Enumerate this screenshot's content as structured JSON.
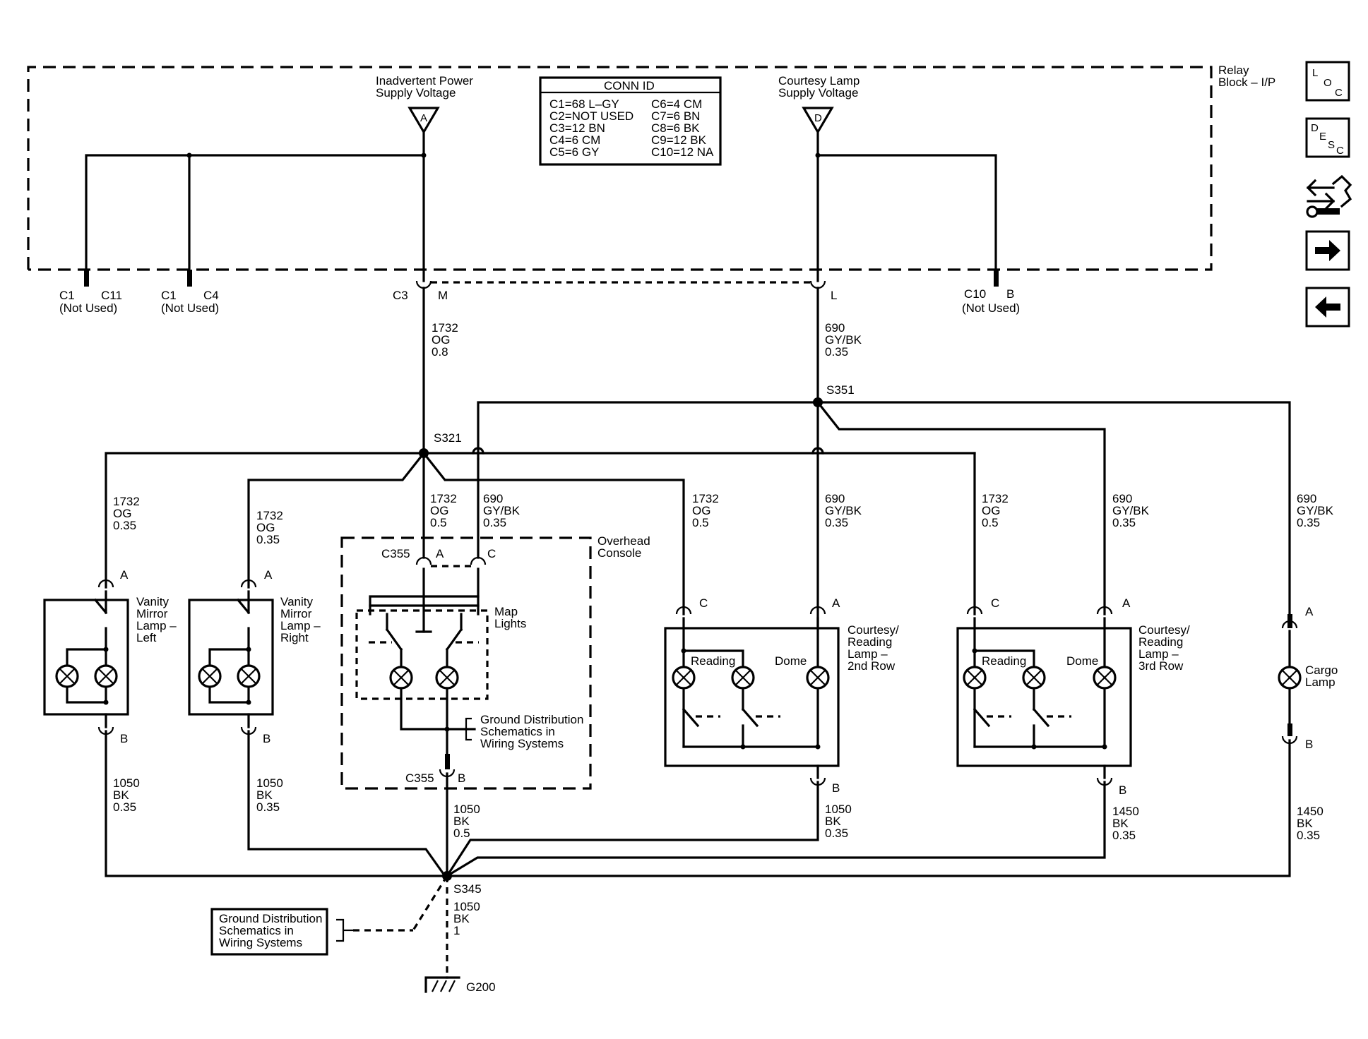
{
  "relay_block": {
    "label": [
      "Relay",
      "Block – I/P"
    ]
  },
  "conn_id": {
    "title": "CONN ID",
    "left": [
      "C1=68 L–GY",
      "C2=NOT USED",
      "C3=12 BN",
      "C4=6 CM",
      "C5=6 GY"
    ],
    "right": [
      "C6=4 CM",
      "C7=6 BN",
      "C8=6 BK",
      "C9=12 BK",
      "C10=12 NA"
    ]
  },
  "supplies": {
    "inadvertent": {
      "label": [
        "Inadvertent Power",
        "Supply Voltage"
      ],
      "pin": "A"
    },
    "courtesy": {
      "label": [
        "Courtesy Lamp",
        "Supply Voltage"
      ],
      "pin": "D"
    }
  },
  "relay_pins": {
    "c1_c11": {
      "conn": "C1",
      "pin": "C11",
      "note": "(Not Used)"
    },
    "c1_c4": {
      "conn": "C1",
      "pin": "C4",
      "note": "(Not Used)"
    },
    "c3_m": {
      "conn": "C3",
      "pin": "M"
    },
    "l": {
      "pin": "L"
    },
    "c10_b": {
      "conn": "C10",
      "pin": "B",
      "note": "(Not Used)"
    }
  },
  "wires": {
    "w1732_08": [
      "1732",
      "OG",
      "0.8"
    ],
    "w690_035_top": [
      "690",
      "GY/BK",
      "0.35"
    ],
    "w1732_vl": [
      "1732",
      "OG",
      "0.35"
    ],
    "w1732_vr": [
      "1732",
      "OG",
      "0.35"
    ],
    "w1732_oc": [
      "1732",
      "OG",
      "0.5"
    ],
    "w690_oc": [
      "690",
      "GY/BK",
      "0.35"
    ],
    "w1732_r2": [
      "1732",
      "OG",
      "0.5"
    ],
    "w690_r2": [
      "690",
      "GY/BK",
      "0.35"
    ],
    "w1732_r3": [
      "1732",
      "OG",
      "0.5"
    ],
    "w690_r3": [
      "690",
      "GY/BK",
      "0.35"
    ],
    "w690_cargo": [
      "690",
      "GY/BK",
      "0.35"
    ],
    "w1050_vl": [
      "1050",
      "BK",
      "0.35"
    ],
    "w1050_vr": [
      "1050",
      "BK",
      "0.35"
    ],
    "w1050_oc": [
      "1050",
      "BK",
      "0.5"
    ],
    "w1050_r2": [
      "1050",
      "BK",
      "0.35"
    ],
    "w1450_r3": [
      "1450",
      "BK",
      "0.35"
    ],
    "w1450_cargo": [
      "1450",
      "BK",
      "0.35"
    ],
    "w1050_g": [
      "1050",
      "BK",
      "1"
    ]
  },
  "splices": {
    "s321": "S321",
    "s351": "S351",
    "s345": "S345"
  },
  "components": {
    "vanity_left": {
      "label": [
        "Vanity",
        "Mirror",
        "Lamp –",
        "Left"
      ],
      "pin_top": "A",
      "pin_bottom": "B"
    },
    "vanity_right": {
      "label": [
        "Vanity",
        "Mirror",
        "Lamp –",
        "Right"
      ],
      "pin_top": "A",
      "pin_bottom": "B"
    },
    "overhead_console": {
      "label": [
        "Overhead",
        "Console"
      ],
      "conn": "C355",
      "pin_a": "A",
      "pin_c": "C",
      "pin_b": "B",
      "map_lights": [
        "Map",
        "Lights"
      ],
      "ground_ref": [
        "Ground Distribution",
        "Schematics in",
        "Wiring Systems"
      ]
    },
    "courtesy_2nd": {
      "label": [
        "Courtesy/",
        "Reading",
        "Lamp –",
        "2nd Row"
      ],
      "reading": "Reading",
      "dome": "Dome",
      "pin_c": "C",
      "pin_a": "A",
      "pin_b": "B"
    },
    "courtesy_3rd": {
      "label": [
        "Courtesy/",
        "Reading",
        "Lamp –",
        "3rd Row"
      ],
      "reading": "Reading",
      "dome": "Dome",
      "pin_c": "C",
      "pin_a": "A",
      "pin_b": "B"
    },
    "cargo": {
      "label": [
        "Cargo",
        "Lamp"
      ],
      "pin_top": "A",
      "pin_bottom": "B"
    }
  },
  "ground": {
    "ref": [
      "Ground Distribution",
      "Schematics in",
      "Wiring Systems"
    ],
    "name": "G200"
  },
  "nav": {
    "loc": [
      "L",
      "O",
      "C"
    ],
    "desc": [
      "D",
      "E",
      "S",
      "C"
    ]
  }
}
